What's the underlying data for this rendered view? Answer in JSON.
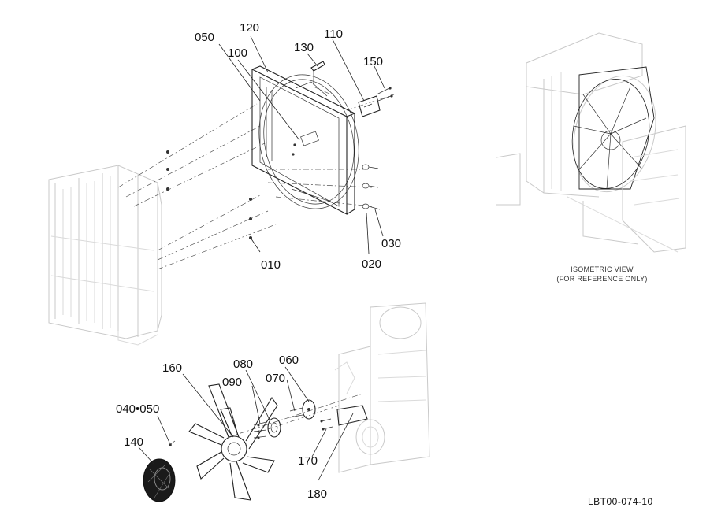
{
  "diagram": {
    "callouts": {
      "c050_top": "050",
      "c120": "120",
      "c100": "100",
      "c130": "130",
      "c110": "110",
      "c150": "150",
      "c030": "030",
      "c020": "020",
      "c010": "010",
      "c160": "160",
      "c080": "080",
      "c060": "060",
      "c090": "090",
      "c070": "070",
      "c040_050": "040•050",
      "c140": "140",
      "c170": "170",
      "c180": "180"
    },
    "iso_note_line1": "ISOMETRIC VIEW",
    "iso_note_line2": "(FOR REFERENCE ONLY)",
    "doc_id": "LBT00-074-10"
  }
}
